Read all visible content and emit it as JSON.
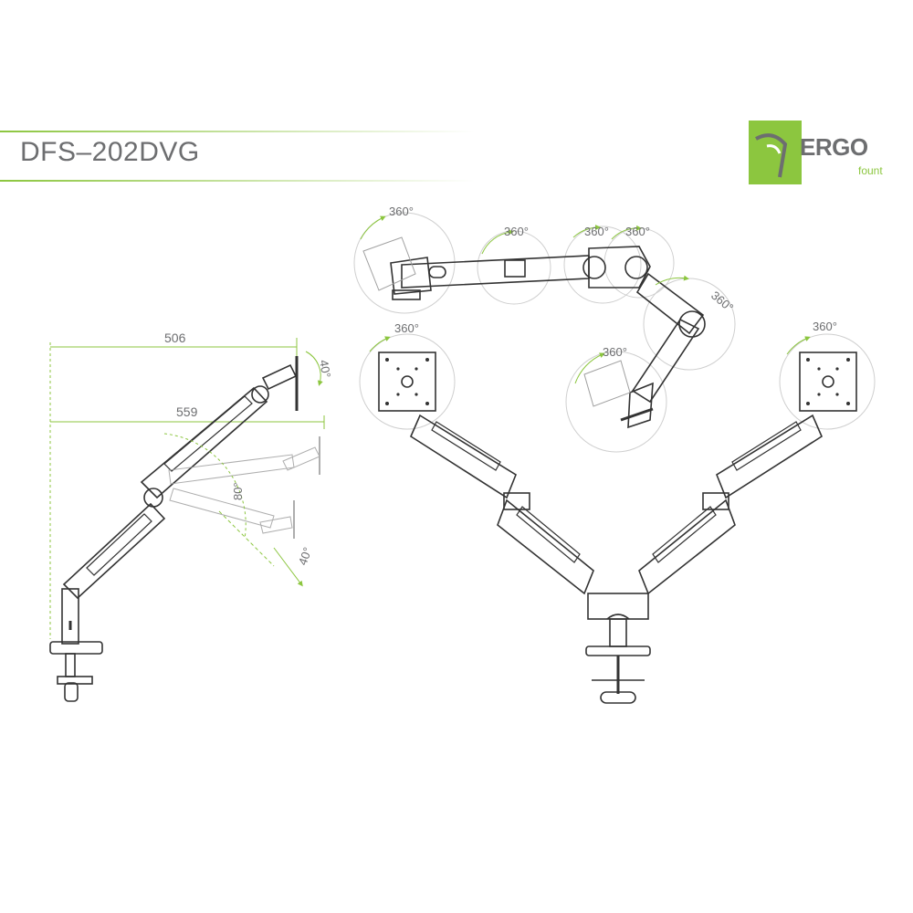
{
  "product": {
    "model": "DFS–202DVG"
  },
  "brand": {
    "name": "ERGO",
    "tagline": "fount",
    "accent_color": "#8cc63f",
    "line_color": "#d2e8b4"
  },
  "dimensions": {
    "reach_top": "506",
    "reach_bottom": "559"
  },
  "angles": {
    "tilt_up": "40°",
    "tilt_range": "80°",
    "tilt_down": "40°",
    "swivel_base": "360°",
    "swivel_joint_1": "360°",
    "swivel_joint_2": "360°",
    "swivel_joint_3": "360°",
    "swivel_elbow": "360°",
    "swivel_head_top": "360°",
    "rotate_left_panel": "360°",
    "rotate_right_panel": "360°"
  }
}
